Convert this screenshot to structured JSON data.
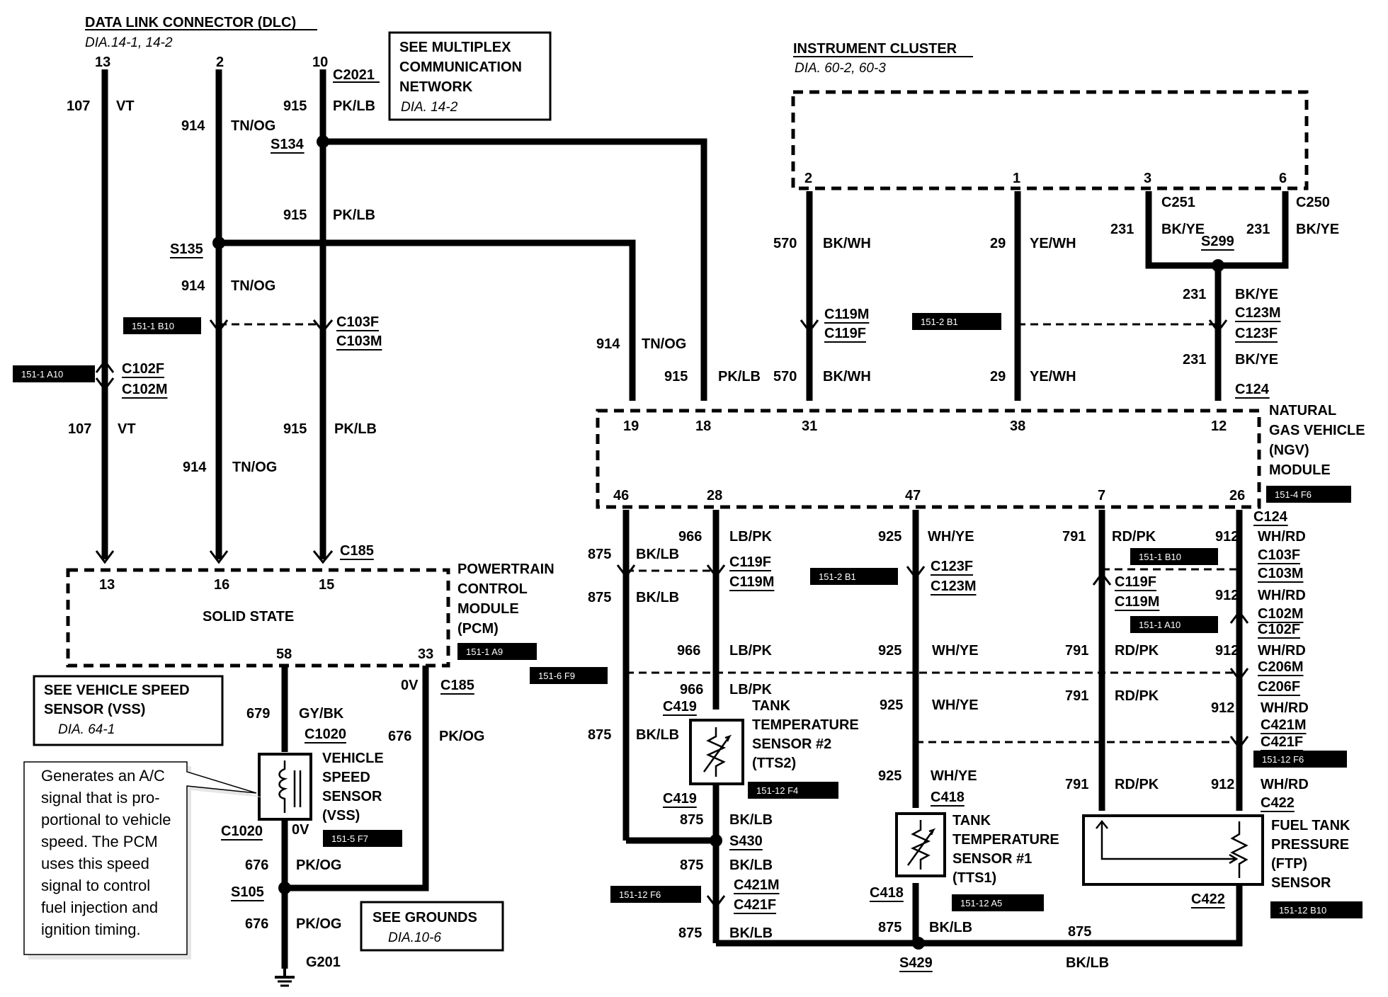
{
  "dlc": {
    "title": "DATA LINK CONNECTOR (DLC)",
    "ref": "DIA.14-1, 14-2",
    "pins": [
      "13",
      "2",
      "10"
    ],
    "connector": "C2021"
  },
  "multiplex": {
    "lines": [
      "SEE MULTIPLEX",
      "COMMUNICATION",
      "NETWORK"
    ],
    "ref": "DIA. 14-2"
  },
  "cluster": {
    "title": "INSTRUMENT CLUSTER",
    "ref": "DIA. 60-2, 60-3",
    "pins": [
      "2",
      "1",
      "3",
      "6"
    ],
    "c251": "C251",
    "c250": "C250"
  },
  "pcm": {
    "lines": [
      "POWERTRAIN",
      "CONTROL",
      "MODULE",
      "(PCM)"
    ],
    "state": "SOLID STATE",
    "pins_top": [
      "13",
      "16",
      "15"
    ],
    "pins_bottom": [
      "58",
      "33"
    ]
  },
  "ngv": {
    "lines": [
      "NATURAL",
      "GAS VEHICLE",
      "(NGV)",
      "MODULE"
    ],
    "pins_top": [
      "19",
      "18",
      "31",
      "38",
      "12"
    ],
    "pins_bottom": [
      "46",
      "28",
      "47",
      "7",
      "26"
    ]
  },
  "vss_ref": {
    "lines": [
      "SEE VEHICLE SPEED",
      "SENSOR (VSS)"
    ],
    "ref": "DIA. 64-1"
  },
  "vss": {
    "lines": [
      "VEHICLE",
      "SPEED",
      "SENSOR",
      "(VSS)"
    ]
  },
  "grounds": {
    "line": "SEE GROUNDS",
    "ref": "DIA.10-6",
    "ground": "G201"
  },
  "note": {
    "lines": [
      "Generates an A/C",
      "signal that is pro-",
      "portional to vehicle",
      "speed. The PCM",
      "uses this speed",
      "signal to control",
      "fuel injection and",
      "ignition timing."
    ]
  },
  "tts2": {
    "lines": [
      "TANK",
      "TEMPERATURE",
      "SENSOR #2",
      "(TTS2)"
    ]
  },
  "tts1": {
    "lines": [
      "TANK",
      "TEMPERATURE",
      "SENSOR #1",
      "(TTS1)"
    ]
  },
  "ftp": {
    "lines": [
      "FUEL TANK",
      "PRESSURE",
      "(FTP)",
      "SENSOR"
    ]
  },
  "circuit_labels": [
    "107",
    "VT",
    "914",
    "TN/OG",
    "915",
    "PK/LB",
    "S134",
    "915",
    "PK/LB",
    "S135",
    "914",
    "TN/OG",
    "C103F",
    "C103M",
    "C102F",
    "C102M",
    "107",
    "VT",
    "915",
    "PK/LB",
    "914",
    "TN/OG",
    "C185",
    "914",
    "TN/OG",
    "915",
    "PK/LB",
    "570",
    "BK/WH",
    "29",
    "YE/WH",
    "231",
    "BK/YE",
    "231",
    "BK/YE",
    "S299",
    "231",
    "BK/YE",
    "C123M",
    "C123F",
    "231",
    "BK/YE",
    "C124",
    "C119M",
    "C119F",
    "570",
    "BK/WH",
    "29",
    "YE/WH",
    "C124",
    "875",
    "BK/LB",
    "966",
    "LB/PK",
    "925",
    "WH/YE",
    "791",
    "RD/PK",
    "912",
    "WH/RD",
    "C103F",
    "C103M",
    "C119F",
    "C119M",
    "C123F",
    "C123M",
    "C119F",
    "C119M",
    "912",
    "WH/RD",
    "C102M",
    "875",
    "BK/LB",
    "966",
    "LB/PK",
    "925",
    "WH/YE",
    "791",
    "RD/PK",
    "912",
    "WH/RD",
    "C102F",
    "C206M",
    "C206F",
    "966",
    "LB/PK",
    "C419",
    "925",
    "WH/YE",
    "791",
    "RD/PK",
    "912",
    "WH/RD",
    "C421M",
    "875",
    "BK/LB",
    "C421F",
    "925",
    "WH/YE",
    "C418",
    "791",
    "RD/PK",
    "912",
    "WH/RD",
    "C422",
    "C419",
    "875",
    "BK/LB",
    "S430",
    "875",
    "BK/LB",
    "C421M",
    "C421F",
    "C418",
    "C422",
    "875",
    "BK/LB",
    "875",
    "BK/LB",
    "875",
    "S429",
    "BK/LB",
    "679",
    "GY/BK",
    "C1020",
    "676",
    "PK/OG",
    "0V",
    "C185",
    "C1020",
    "0V",
    "676",
    "PK/OG",
    "S105",
    "676",
    "PK/OG"
  ],
  "ref_tags": [
    "151-1 B10",
    "151-1 A10",
    "151-2 B1",
    "151-4 F6",
    "151-1 A9",
    "151-6 F9",
    "151-1 B10",
    "151-2 B1",
    "151-1 A10",
    "151-12 F6",
    "151-12 F4",
    "151-5 F7",
    "151-12 F6",
    "151-12 A5",
    "151-12 B10"
  ]
}
